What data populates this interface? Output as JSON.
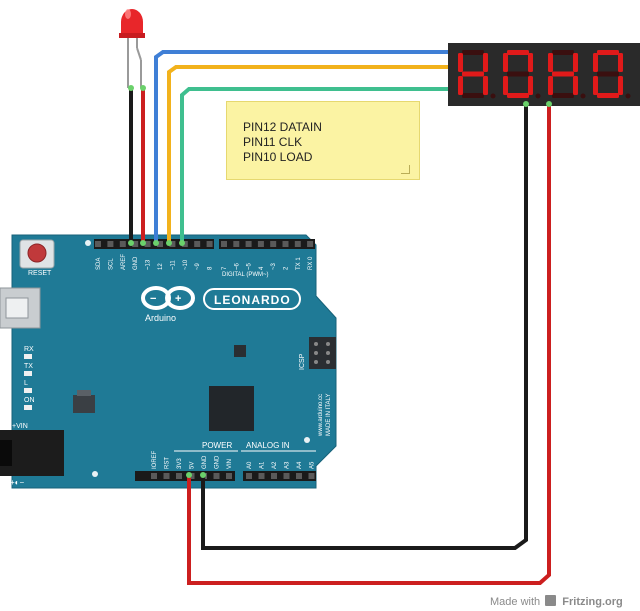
{
  "note": {
    "lines": [
      "PIN12 DATAIN",
      "PIN11 CLK",
      "PIN10 LOAD"
    ]
  },
  "board": {
    "name": "LEONARDO",
    "brand": "Arduino",
    "reset_label": "RESET",
    "icsp_label": "ICSP",
    "digital_header": "DIGITAL (PWM~)",
    "power_header": "POWER",
    "analog_header": "ANALOG IN",
    "vin_label": "+VIN",
    "made_in": "www.arduino.cc",
    "made_in_2": "MADE IN ITALY",
    "leds": [
      "RX",
      "TX",
      "L",
      "ON"
    ],
    "digital_pins": [
      "SDA",
      "SCL",
      "AREF",
      "GND",
      "~13",
      "12",
      "~11",
      "~10",
      "~9",
      "8",
      "7",
      "~6",
      "~5",
      "4",
      "~3",
      "2",
      "TX 1",
      "RX 0"
    ],
    "power_pins": [
      "IOREF",
      "RST",
      "3V3",
      "5V",
      "GND",
      "GND",
      "VIN"
    ],
    "analog_pins": [
      "A0",
      "A1",
      "A2",
      "A3",
      "A4",
      "A5"
    ]
  },
  "display": {
    "digits": [
      "H",
      "0",
      "H",
      "0"
    ]
  },
  "footer": {
    "made_with": "Made with",
    "brand": "Fritzing.org"
  },
  "colors": {
    "board": "#1f7a96",
    "wire_blue": "#3f7fd6",
    "wire_yellow": "#f2b21c",
    "wire_green": "#3fbf8f",
    "wire_red": "#cc1f1f",
    "wire_black": "#1a1a1a",
    "segment_on": "#e01a1a",
    "segment_off": "#3a0f0f",
    "note_bg": "#fbf3a3"
  }
}
